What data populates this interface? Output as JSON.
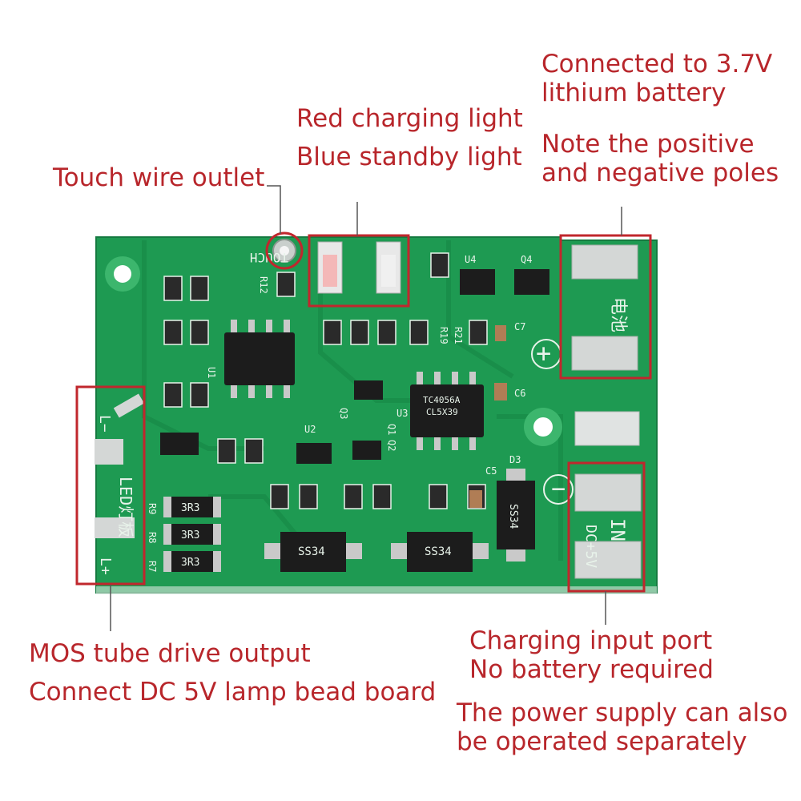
{
  "annotations": {
    "battery_line1": "Connected to 3.7V",
    "battery_line2": "lithium battery",
    "battery_note1": "Note the positive",
    "battery_note2": "and negative poles",
    "led_red": "Red charging light",
    "led_blue": "Blue standby light",
    "touch": "Touch wire outlet",
    "mos_line1": "MOS tube drive output",
    "mos_line2": "Connect DC 5V lamp bead board",
    "charge_line1": "Charging input port",
    "charge_line2": "No battery required",
    "power_line1": "The power supply can also",
    "power_line2": "be operated separately"
  },
  "board_silkscreen": {
    "touch_label": "TOUCH",
    "battery_label": "电池",
    "plus": "+",
    "minus": "−",
    "dc_label": "DC+5V",
    "in_label": "IN",
    "led_label": "LED灯板",
    "l_minus": "L−",
    "l_plus": "L+",
    "ic_u3_line1": "TC4056A",
    "ic_u3_line2": "CL5X39",
    "diode_left": "SS34",
    "diode_right": "SS34",
    "diode_d3": "SS34",
    "res_3r3_a": "3R3",
    "res_3r3_b": "3R3",
    "res_3r3_c": "3R3",
    "u4": "U4",
    "q4": "Q4",
    "u1": "U1",
    "u2": "U2",
    "u3": "U3",
    "r12": "R12",
    "d3": "D3",
    "c5": "C5",
    "c6": "C6",
    "c7": "C7",
    "r19": "R19",
    "r21": "R21",
    "q1": "Q1",
    "q2": "Q2",
    "q3": "Q3",
    "r7": "R7",
    "r8": "R8",
    "r9": "R9"
  },
  "colors": {
    "annotation_red": "#b8262b",
    "board_green": "#1e9a52",
    "silk_white": "#e8f3ea"
  }
}
